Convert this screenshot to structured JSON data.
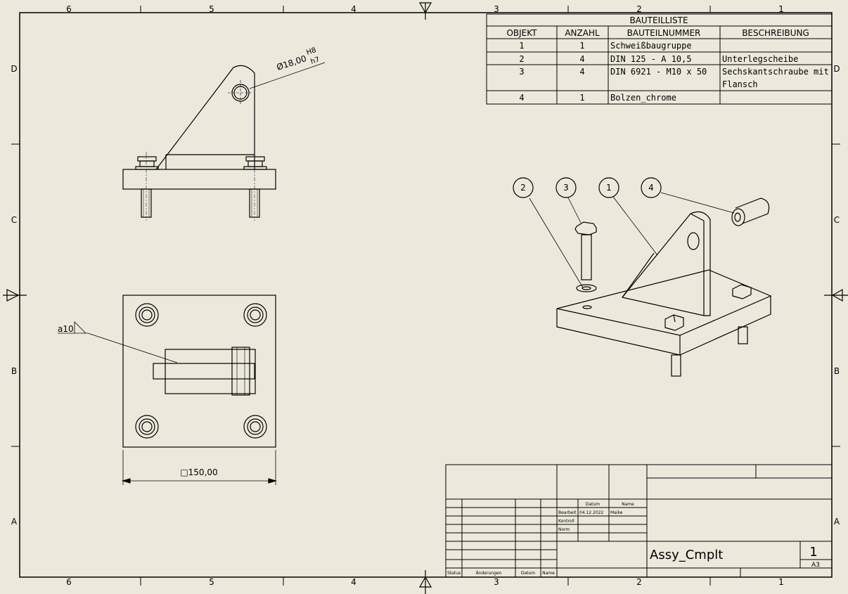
{
  "zones": {
    "columns": [
      "6",
      "5",
      "4",
      "3",
      "2",
      "1"
    ],
    "rows": [
      "D",
      "C",
      "B",
      "A"
    ]
  },
  "bom": {
    "title": "BAUTEILLISTE",
    "headers": [
      "OBJEKT",
      "ANZAHL",
      "BAUTEILNUMMER",
      "BESCHREIBUNG"
    ],
    "rows": [
      {
        "objekt": "1",
        "anzahl": "1",
        "nummer": "Schweißbaugruppe",
        "beschreibung": ""
      },
      {
        "objekt": "2",
        "anzahl": "4",
        "nummer": "DIN 125 - A 10,5",
        "beschreibung": "Unterlegscheibe"
      },
      {
        "objekt": "3",
        "anzahl": "4",
        "nummer": "DIN 6921 - M10 x 50",
        "beschreibung": "Sechskantschraube mit",
        "beschreibung2": "Flansch"
      },
      {
        "objekt": "4",
        "anzahl": "1",
        "nummer": "Bolzen_chrome",
        "beschreibung": ""
      }
    ]
  },
  "annotations": {
    "hole_dia": "Ø18,00",
    "tol_upper": "H8",
    "tol_lower": "h7",
    "weld": "a10",
    "square_dim": "□150,00"
  },
  "balloons": [
    "2",
    "3",
    "1",
    "4"
  ],
  "title_block": {
    "datum_label": "Datum",
    "name_label": "Name",
    "bearb_label": "Bearbeit",
    "gepr_label": "Kontroll",
    "norm_label": "Norm",
    "date": "04.12.2022",
    "author": "Maike",
    "status_label": "Status",
    "aenderungen_label": "Änderungen",
    "datum2_label": "Datum",
    "name2_label": "Name",
    "drawing_title": "Assy_Cmplt",
    "sheet_no": "1",
    "format": "A3"
  }
}
